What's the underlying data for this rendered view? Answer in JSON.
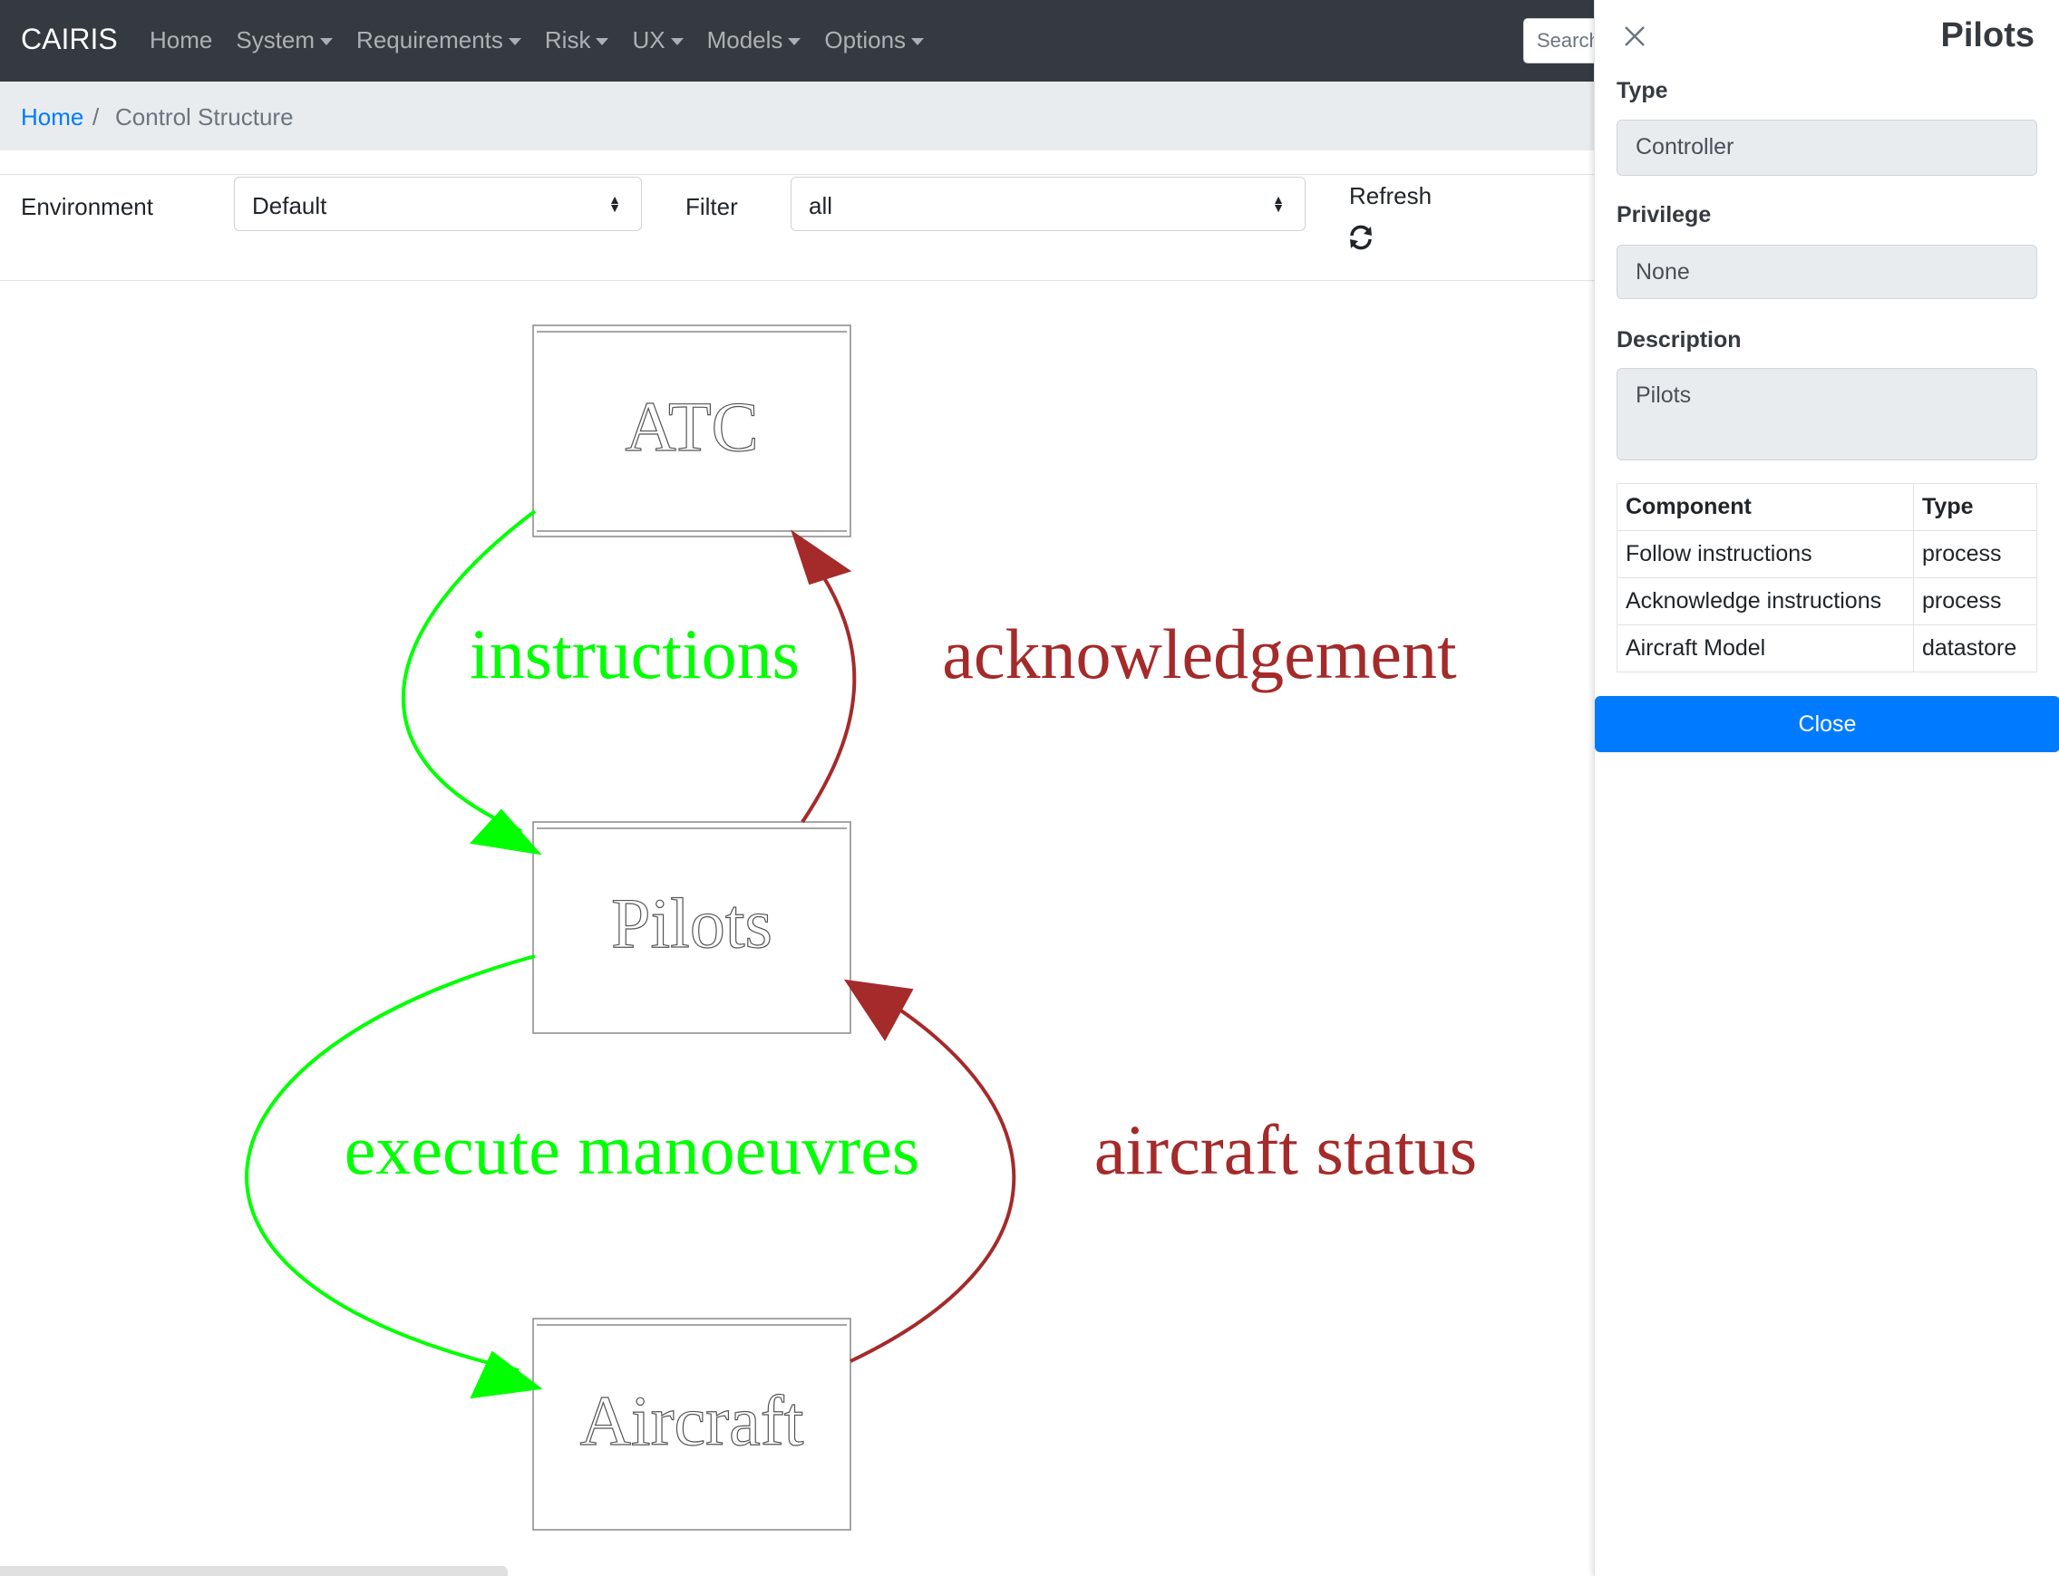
{
  "navbar": {
    "brand": "CAIRIS",
    "links": [
      "Home",
      "System",
      "Requirements",
      "Risk",
      "UX",
      "Models",
      "Options"
    ],
    "search_placeholder": "Search"
  },
  "breadcrumb": {
    "home": "Home",
    "separator": "/",
    "current": "Control Structure"
  },
  "toolbar": {
    "environment_label": "Environment",
    "environment_value": "Default",
    "filter_label": "Filter",
    "filter_value": "all",
    "refresh_label": "Refresh",
    "refresh_icon": "refresh-icon"
  },
  "diagram": {
    "nodes": {
      "atc": "ATC",
      "pilots": "Pilots",
      "aircraft": "Aircraft"
    },
    "edges": {
      "instructions": "instructions",
      "acknowledgement": "acknowledgement",
      "execute_manoeuvres": "execute manoeuvres",
      "aircraft_status": "aircraft status"
    },
    "colors": {
      "control": "#00ff00",
      "feedback": "#a52a2a"
    }
  },
  "panel": {
    "title": "Pilots",
    "type_label": "Type",
    "type_value": "Controller",
    "privilege_label": "Privilege",
    "privilege_value": "None",
    "description_label": "Description",
    "description_value": "Pilots",
    "table": {
      "headers": [
        "Component",
        "Type"
      ],
      "rows": [
        [
          "Follow instructions",
          "process"
        ],
        [
          "Acknowledge instructions",
          "process"
        ],
        [
          "Aircraft Model",
          "datastore"
        ]
      ]
    },
    "close_label": "Close",
    "accent": "#007bff"
  }
}
